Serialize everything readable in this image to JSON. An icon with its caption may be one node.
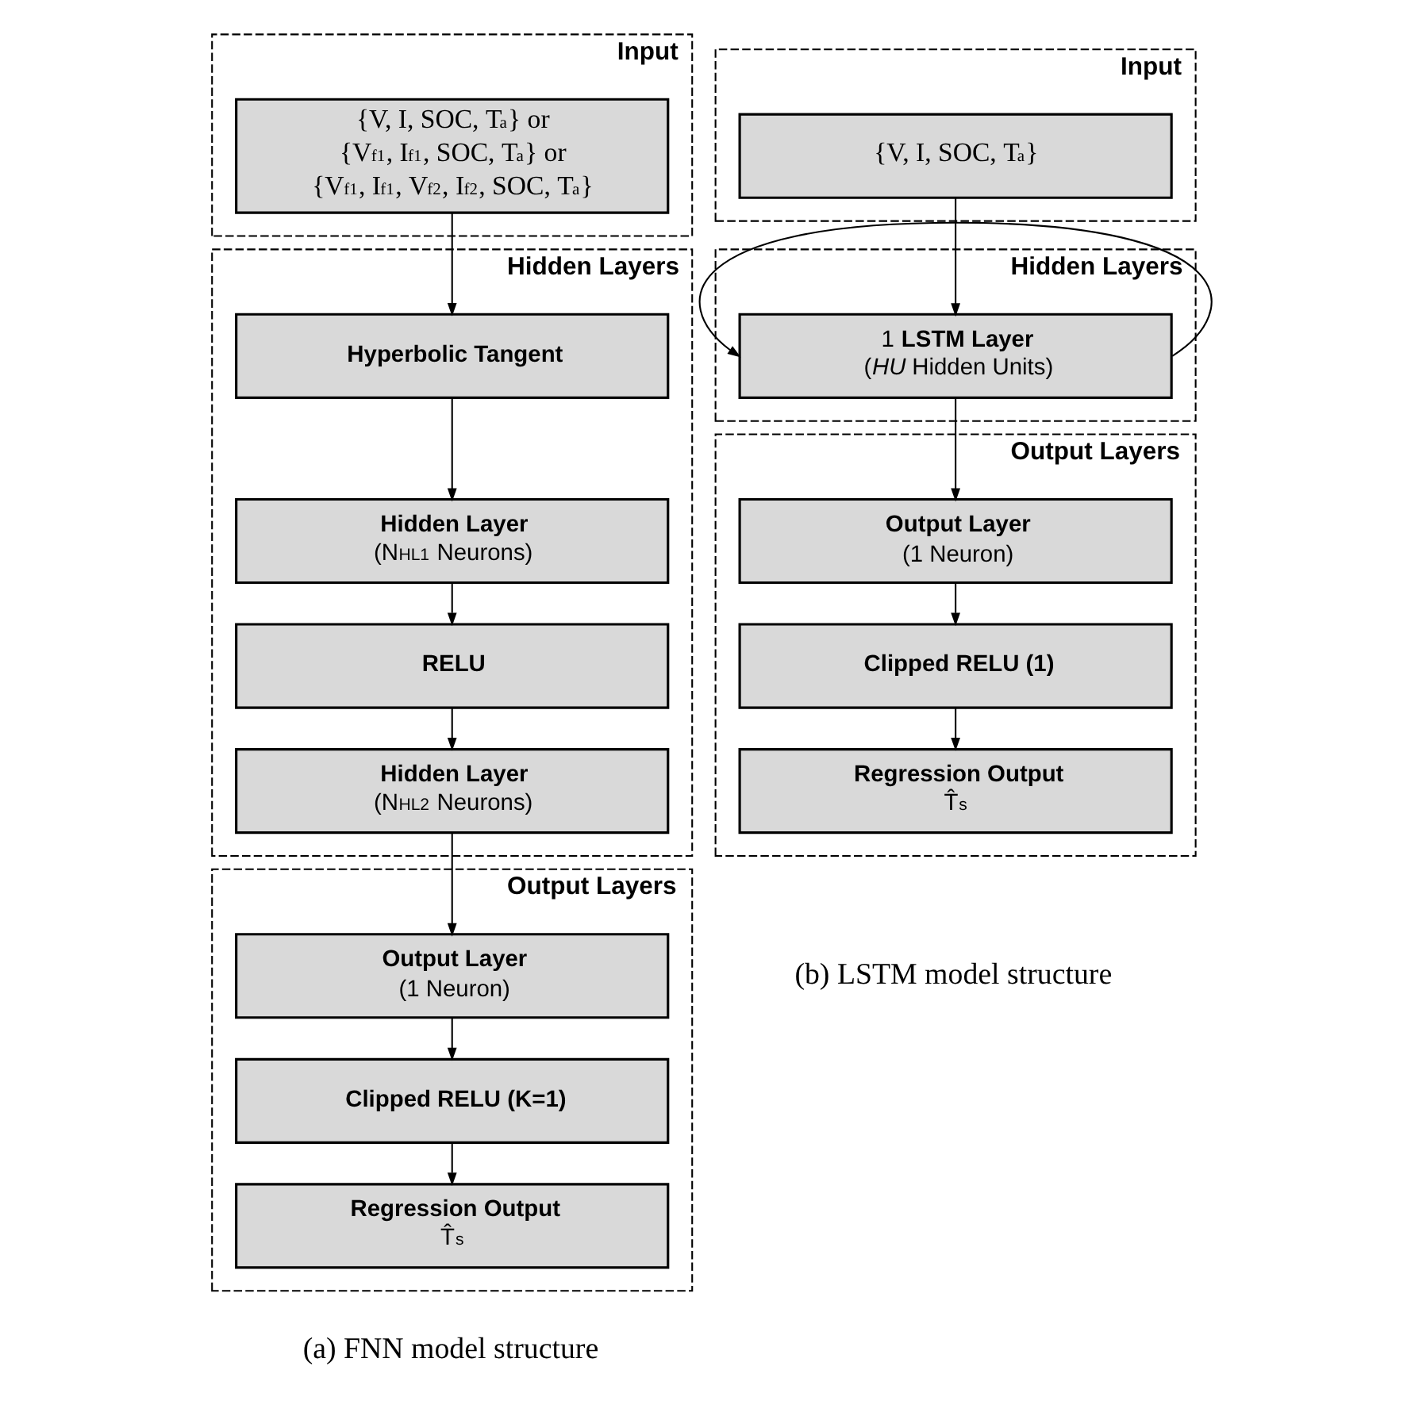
{
  "diagram": {
    "nodes": [
      {
        "text": [
          "Input"
        ]
      },
      {
        "text": [
          "{V, I, SOC, T$_{a}$} or {V$_{f1}$, I$_{f1}$, SOC, T$_{a}$} or {V$_{f1}$, I$_{f1}$, V$_{f2}$, I$_{f2}$, SOC, T$_{a}$}"
        ],
        "in": 0
      },
      {
        "text": [
          "Hidden Layers"
        ]
      },
      {
        "text": [
          "Hyperbolic Tangent"
        ],
        "in": 2
      },
      {
        "text": [
          "Hidden Layer",
          "(N$_{HL1}$ Neurons)"
        ],
        "in": 2
      },
      {
        "text": [
          "RELU"
        ],
        "in": 2
      },
      {
        "text": [
          "Hidden Layer",
          "(N$_{HL2}$ Neurons)"
        ],
        "in": 2
      },
      {
        "text": [
          "Output Layers"
        ]
      },
      {
        "text": [
          "Output Layer",
          "(1 Neuron)"
        ],
        "in": 7
      },
      {
        "text": [
          "Clipped RELU (K=1)"
        ],
        "in": 7
      },
      {
        "text": [
          "Regression Output",
          "T̂$_{s}$"
        ],
        "in": 7
      },
      {
        "text": [
          "Input"
        ]
      },
      {
        "text": [
          "{V, I, SOC, T$_{a}$}"
        ],
        "in": 11
      },
      {
        "text": [
          "Hidden Layers"
        ]
      },
      {
        "text": [
          "1 **LSTM Layer**",
          "(*HU* Hidden Units)"
        ],
        "in": 13
      },
      {
        "text": [
          "Output Layers"
        ]
      },
      {
        "text": [
          "Output Layer",
          "(1 Neuron)"
        ],
        "in": 15
      },
      {
        "text": [
          "Clipped RELU (1)"
        ],
        "in": 15
      },
      {
        "text": [
          "Regression Output",
          "T̂$_{s}$"
        ],
        "in": 15
      }
    ],
    "edges": [
      {
        "from": 1,
        "to": 3,
        "arrow": "to"
      },
      {
        "from": 3,
        "to": 4,
        "arrow": "to"
      },
      {
        "from": 4,
        "to": 5,
        "arrow": "to"
      },
      {
        "from": 5,
        "to": 6,
        "arrow": "to"
      },
      {
        "from": 6,
        "to": 8,
        "arrow": "to"
      },
      {
        "from": 8,
        "to": 9,
        "arrow": "to"
      },
      {
        "from": 9,
        "to": 10,
        "arrow": "to"
      },
      {
        "from": 12,
        "to": 14,
        "arrow": "to"
      },
      {
        "from": 14,
        "to": 14,
        "arrow": "to"
      },
      {
        "from": 14,
        "to": 16,
        "arrow": "to"
      },
      {
        "from": 16,
        "to": 17,
        "arrow": "to"
      },
      {
        "from": 17,
        "to": 18,
        "arrow": "to"
      }
    ],
    "labels": [
      "(a) FNN model structure",
      "(b) LSTM model structure"
    ]
  }
}
